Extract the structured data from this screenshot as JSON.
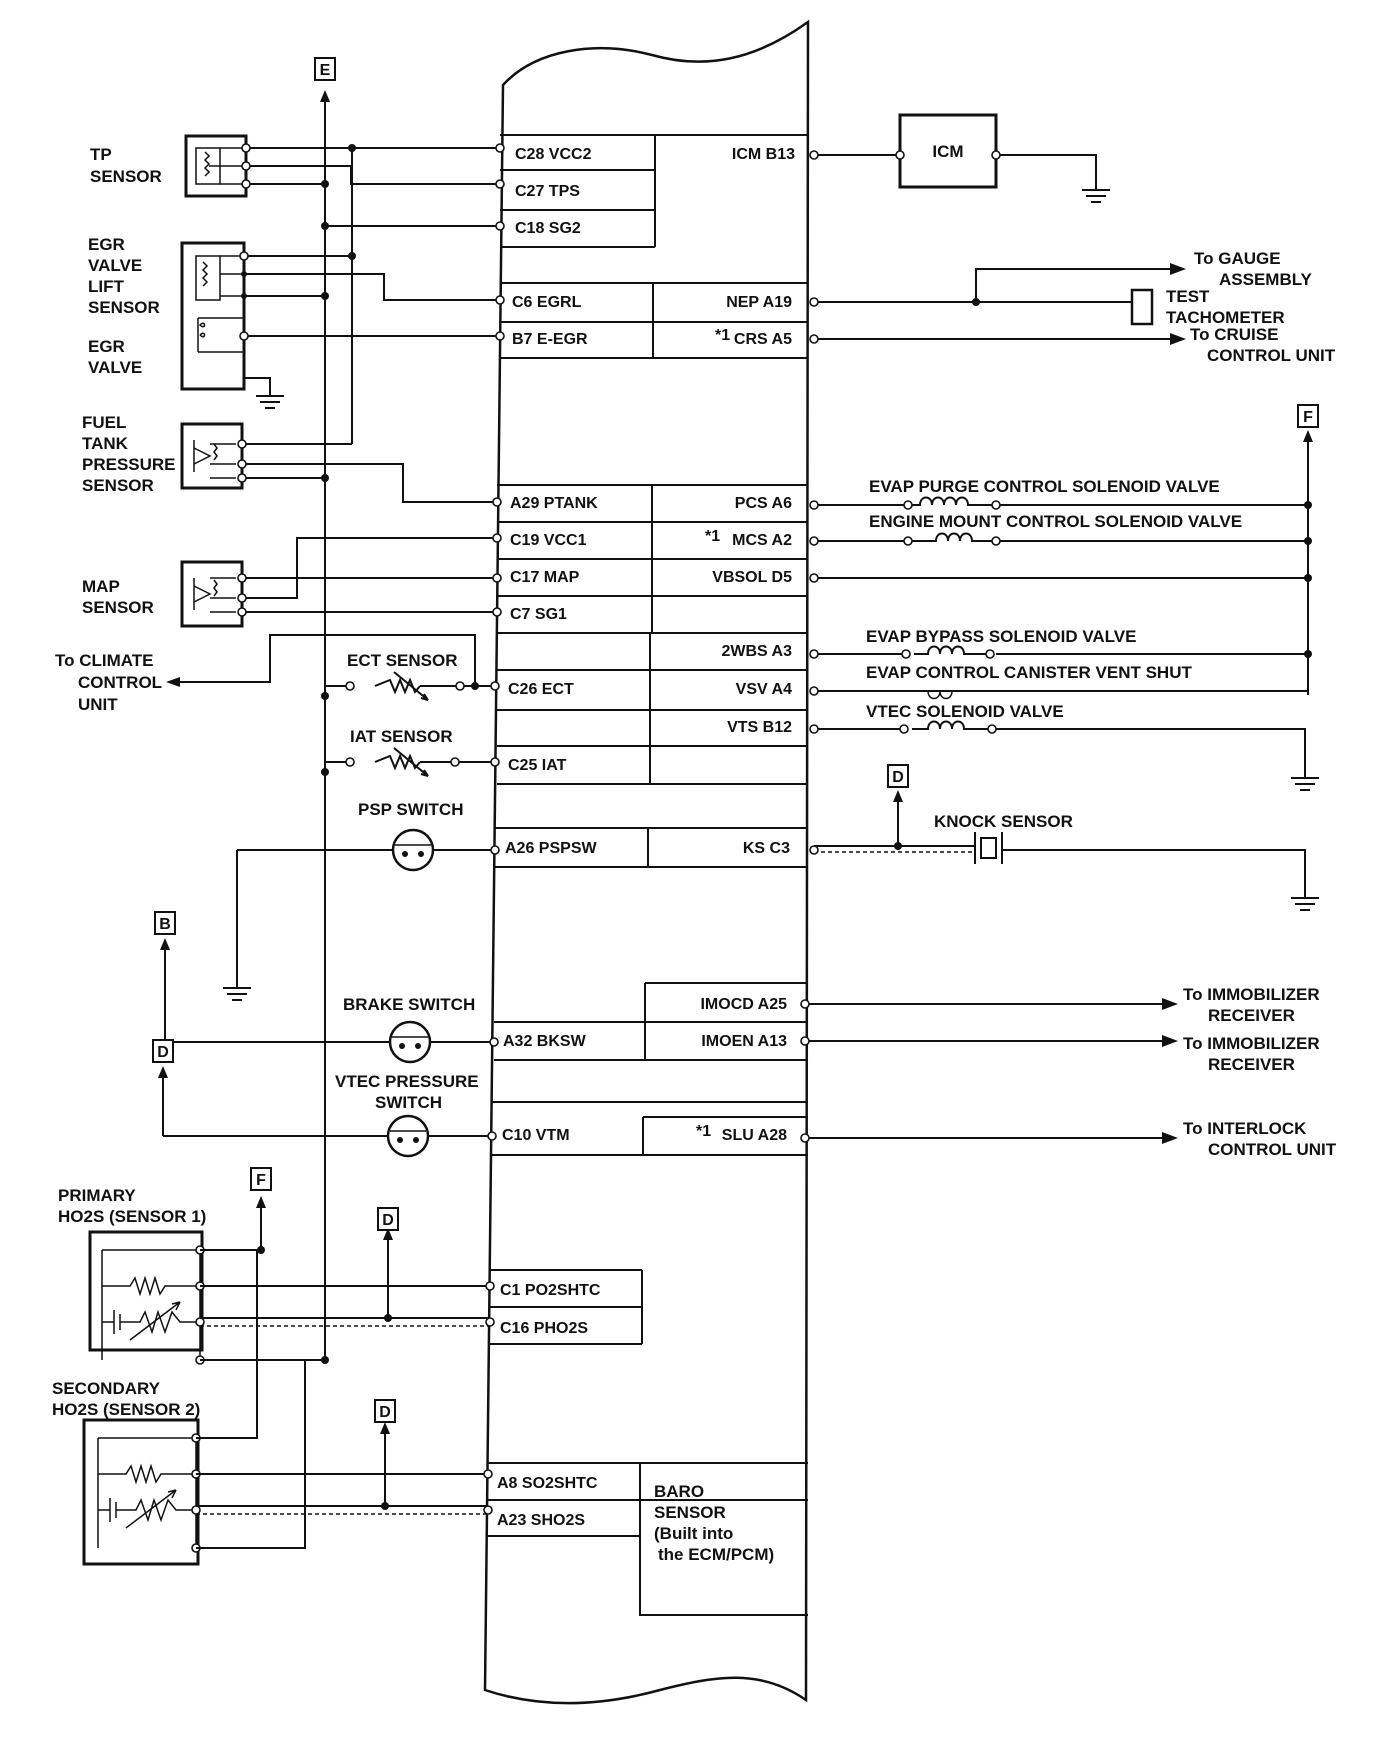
{
  "components": {
    "tp_sensor": [
      "TP",
      "SENSOR"
    ],
    "egr_lift": [
      "EGR",
      "VALVE",
      "LIFT",
      "SENSOR"
    ],
    "egr_valve": [
      "EGR",
      "VALVE"
    ],
    "fuel_tank": [
      "FUEL",
      "TANK",
      "PRESSURE",
      "SENSOR"
    ],
    "map_sensor": [
      "MAP",
      "SENSOR"
    ],
    "climate": [
      "To CLIMATE",
      "CONTROL",
      "UNIT"
    ],
    "ect_sensor": "ECT SENSOR",
    "iat_sensor": "IAT SENSOR",
    "psp_switch": "PSP SWITCH",
    "brake_switch": "BRAKE SWITCH",
    "vtec_pressure": [
      "VTEC PRESSURE",
      "SWITCH"
    ],
    "primary_ho2s": [
      "PRIMARY",
      "HO2S (SENSOR 1)"
    ],
    "secondary_ho2s": [
      "SECONDARY",
      "HO2S (SENSOR 2)"
    ],
    "icm": "ICM",
    "gauge": [
      "To GAUGE",
      "ASSEMBLY"
    ],
    "tacho": [
      "TEST",
      "TACHOMETER"
    ],
    "cruise": [
      "To CRUISE",
      "CONTROL UNIT"
    ],
    "evap_purge": "EVAP PURGE CONTROL SOLENOID VALVE",
    "engine_mount": "ENGINE MOUNT CONTROL SOLENOID VALVE",
    "evap_bypass": "EVAP BYPASS SOLENOID VALVE",
    "evap_canister": "EVAP  CONTROL  CANISTER  VENT  SHUT",
    "vtec_solenoid": "VTEC SOLENOID VALVE",
    "knock_sensor": "KNOCK SENSOR",
    "immob1": [
      "To IMMOBILIZER",
      "RECEIVER"
    ],
    "immob2": [
      "To IMMOBILIZER",
      "RECEIVER"
    ],
    "interlock": [
      "To INTERLOCK",
      "CONTROL UNIT"
    ],
    "baro": [
      "BARO",
      "SENSOR",
      "(Built into",
      "the ECM/PCM)"
    ]
  },
  "flags": {
    "e": "E",
    "f_top": "F",
    "b": "B",
    "d_left": "D",
    "f_ho2s": "F",
    "d_ho2s1": "D",
    "d_ho2s2": "D",
    "d_knock": "D"
  },
  "pins_left": [
    "C28 VCC2",
    "C27 TPS",
    "C18 SG2",
    "C6 EGRL",
    "B7 E-EGR",
    "A29 PTANK",
    "C19 VCC1",
    "C17 MAP",
    "C7 SG1",
    "C26 ECT",
    "C25 IAT",
    "A26 PSPSW",
    "A32 BKSW",
    "C10 VTM",
    "C1 PO2SHTC",
    "C16 PHO2S",
    "A8 SO2SHTC",
    "A23 SHO2S"
  ],
  "pins_right": [
    "ICM B13",
    "NEP A19",
    "CRS A5",
    "PCS A6",
    "MCS A2",
    "VBSOL D5",
    "2WBS A3",
    "VSV A4",
    "VTS B12",
    "KS C3",
    "IMOCD A25",
    "IMOEN A13",
    "SLU A28"
  ],
  "footnote_marker": "*1"
}
